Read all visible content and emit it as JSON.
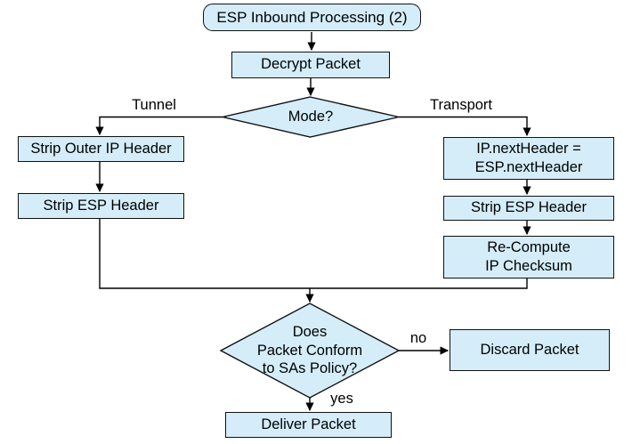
{
  "diagram": {
    "title": "ESP Inbound Processing (2)",
    "colors": {
      "background": "#ffffff",
      "node_fill": "#d4edf9",
      "node_border": "#111111",
      "line": "#000000",
      "text": "#000000"
    },
    "nodes": {
      "start": {
        "type": "terminator",
        "label": "ESP Inbound Processing (2)"
      },
      "decrypt": {
        "type": "process",
        "label": "Decrypt Packet"
      },
      "mode": {
        "type": "decision",
        "label": "Mode?"
      },
      "strip_outer_ip": {
        "type": "process",
        "label": "Strip Outer IP Header"
      },
      "strip_esp_left": {
        "type": "process",
        "label": "Strip ESP Header"
      },
      "ip_next_header": {
        "type": "process",
        "label": "IP.nextHeader =\nESP.nextHeader"
      },
      "strip_esp_right": {
        "type": "process",
        "label": "Strip ESP Header"
      },
      "recompute_checksum": {
        "type": "process",
        "label": "Re-Compute\nIP Checksum"
      },
      "policy": {
        "type": "decision",
        "label": "Does\nPacket Conform\nto SAs Policy?"
      },
      "discard": {
        "type": "process",
        "label": "Discard Packet"
      },
      "deliver": {
        "type": "process",
        "label": "Deliver Packet"
      }
    },
    "edge_labels": {
      "tunnel": "Tunnel",
      "transport": "Transport",
      "no": "no",
      "yes": "yes"
    }
  }
}
